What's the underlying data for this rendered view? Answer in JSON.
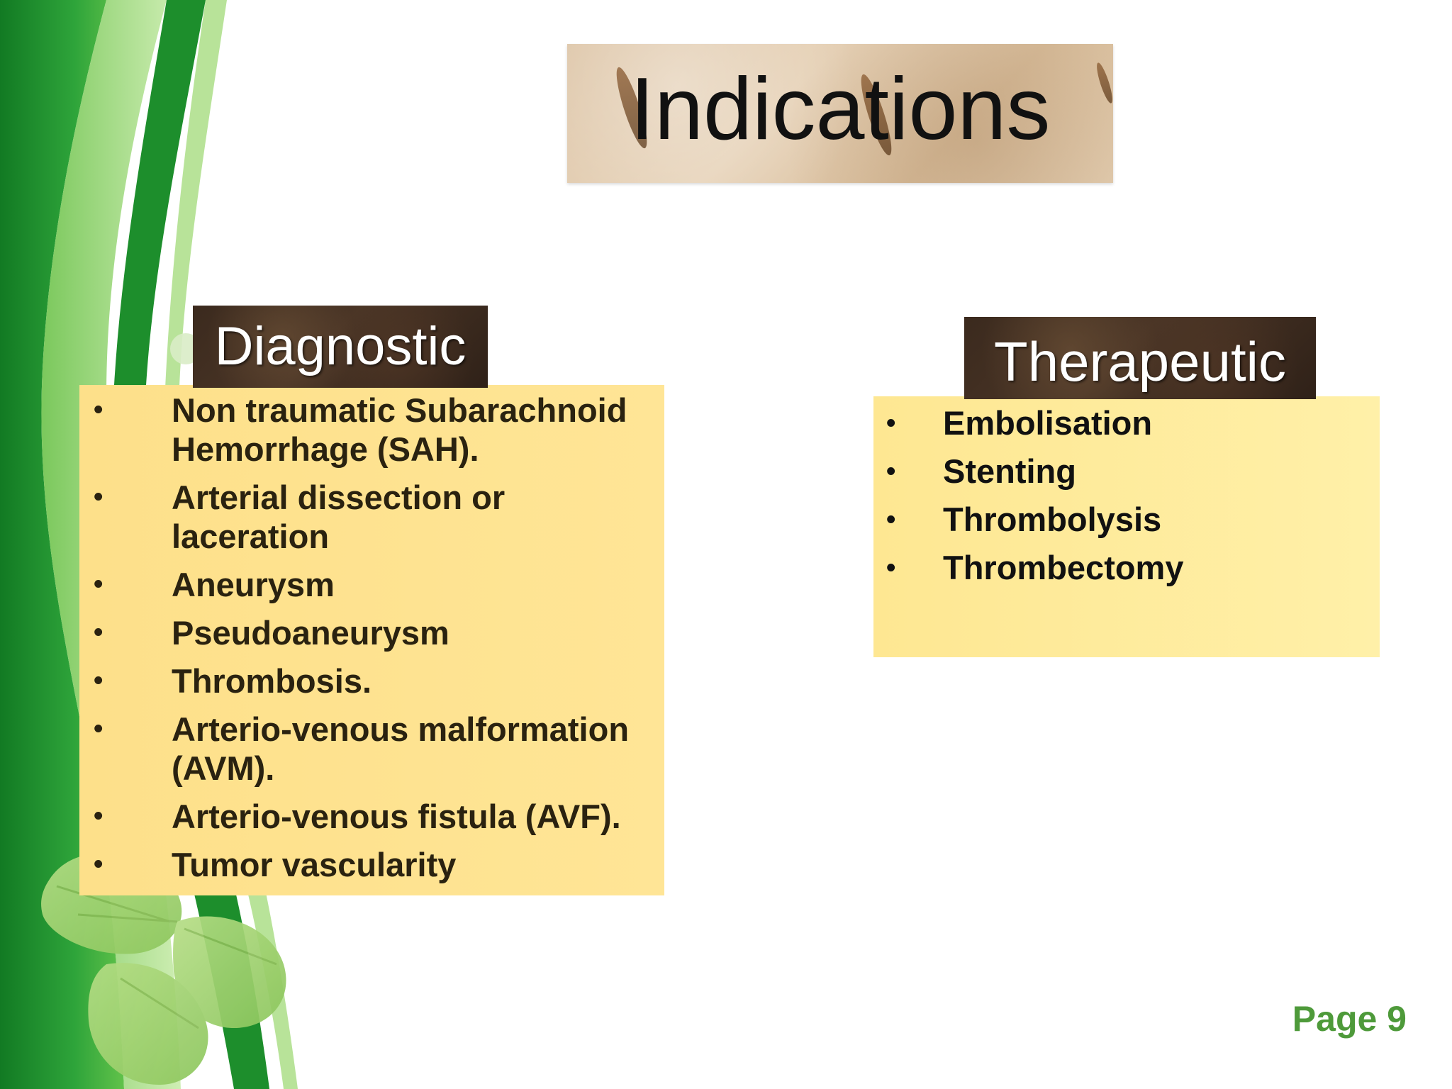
{
  "slide": {
    "title": "Indications",
    "page_label": "Page 9"
  },
  "diagnostic": {
    "heading": "Diagnostic",
    "items": [
      "Non traumatic Subarachnoid Hemorrhage (SAH).",
      "Arterial dissection or laceration",
      "Aneurysm",
      "Pseudoaneurysm",
      "Thrombosis.",
      "Arterio-venous malformation (AVM).",
      "Arterio-venous fistula (AVF).",
      "Tumor vascularity"
    ]
  },
  "therapeutic": {
    "heading": "Therapeutic",
    "items": [
      "Embolisation",
      "Stenting",
      "Thrombolysis",
      "Thrombectomy"
    ]
  },
  "bullet_char": "•",
  "colors": {
    "green_dark": "#1f8a2c",
    "green_light": "#8fd04f",
    "box_yellow": "#ffe38e",
    "tag_brown": "#3b2a1e",
    "page_number": "#4e9a3a"
  }
}
